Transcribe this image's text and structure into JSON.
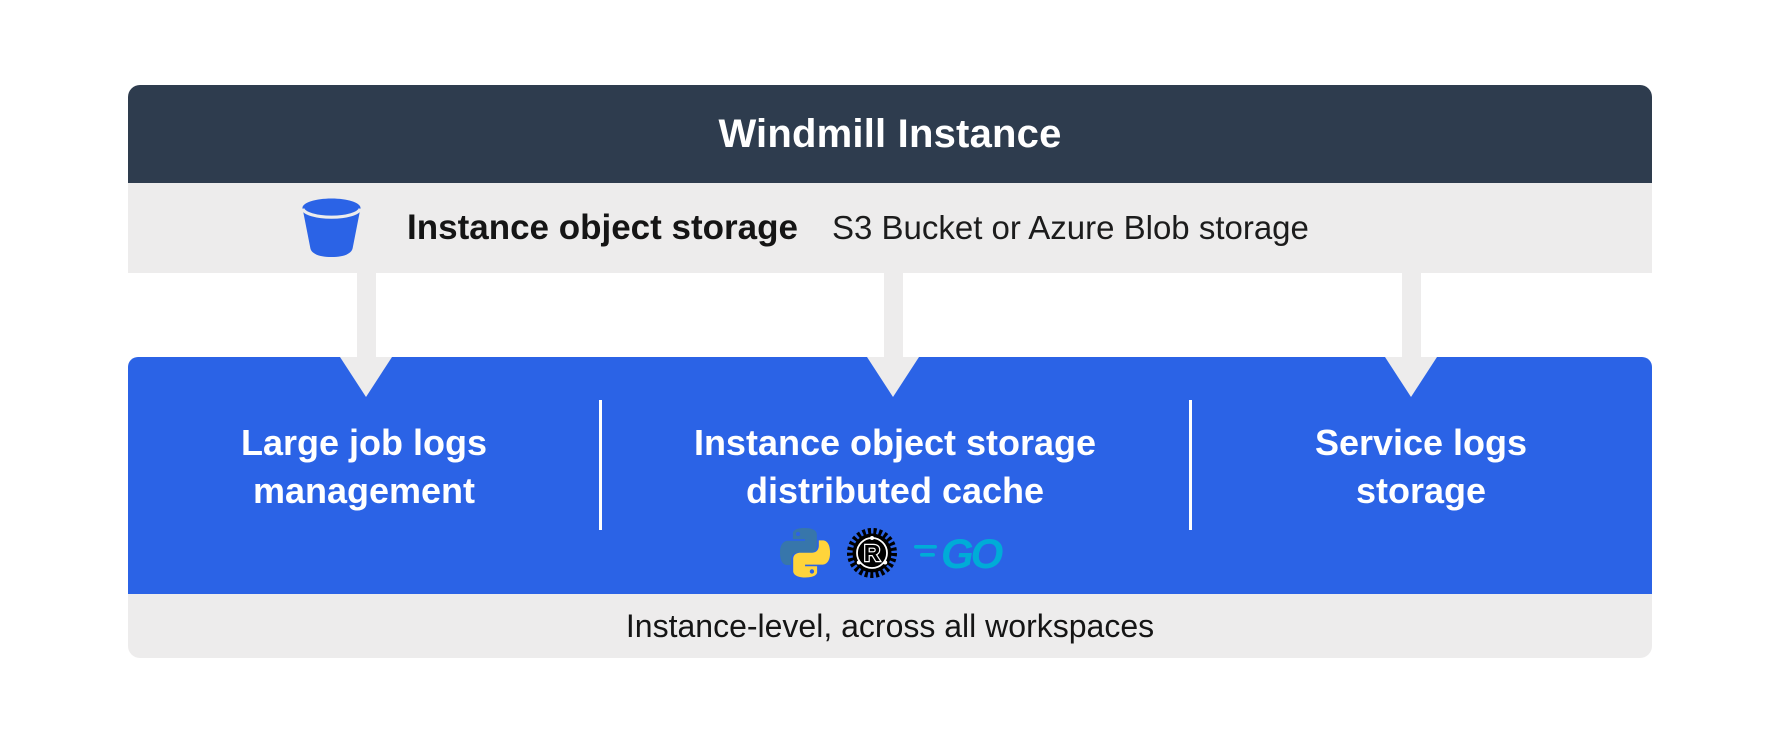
{
  "colors": {
    "header_bg": "#2E3C4E",
    "bar_gray": "#EDECEC",
    "blue": "#2B63E6",
    "text_dark": "#151515",
    "white": "#ffffff",
    "python_blue": "#3776AB",
    "python_yellow": "#FFD43B",
    "rust_black": "#000000",
    "go_teal": "#00ACD7"
  },
  "header": {
    "title": "Windmill Instance"
  },
  "storage_row": {
    "icon": "bucket-icon",
    "title": "Instance object storage",
    "subtitle": "S3 Bucket or Azure Blob storage"
  },
  "blue_box": {
    "sections": [
      {
        "label": "Large job logs\nmanagement"
      },
      {
        "label": "Instance object storage\ndistributed cache",
        "icons": [
          "python",
          "rust",
          "go"
        ]
      },
      {
        "label": "Service logs\nstorage"
      }
    ]
  },
  "footer": {
    "caption": "Instance-level, across all workspaces"
  }
}
